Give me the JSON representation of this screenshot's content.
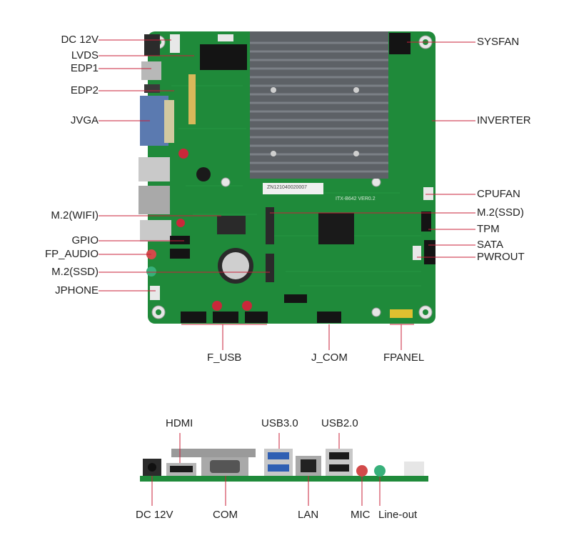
{
  "board_labels": {
    "left": [
      "DC 12V",
      "LVDS",
      "EDP1",
      "EDP2",
      "JVGA",
      "M.2(WIFI)",
      "GPIO",
      "FP_AUDIO",
      "M.2(SSD)",
      "JPHONE"
    ],
    "right": [
      "SYSFAN",
      "INVERTER",
      "CPUFAN",
      "M.2(SSD)",
      "TPM",
      "SATA",
      "PWROUT"
    ],
    "bottom": [
      "F_USB",
      "J_COM",
      "FPANEL"
    ]
  },
  "io_labels": {
    "top": [
      "HDMI",
      "USB3.0",
      "USB2.0"
    ],
    "bottom": [
      "DC 12V",
      "COM",
      "LAN",
      "MIC",
      "Line-out"
    ]
  },
  "silkscreen": {
    "board_id": "ZN121040020007",
    "model": "ITX-B642 VER0.2"
  },
  "colors": {
    "pcb": "#1f8a3a",
    "pcb_dark": "#176b2c",
    "heatsink": "#5d6166",
    "leader": "#c8203a",
    "text": "#222222"
  }
}
